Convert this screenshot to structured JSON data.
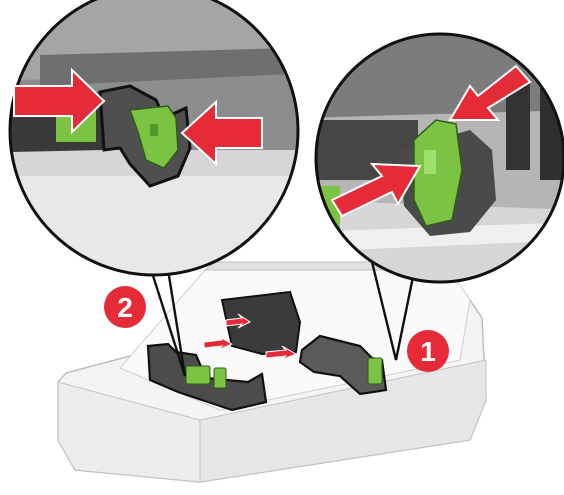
{
  "figure": {
    "subject": "paper-tray",
    "colors": {
      "arrow_red": "#e52b38",
      "guide_green": "#7cc243",
      "guide_green_dark": "#4e9a2a",
      "tray_dark": "#4a4a4a",
      "tray_light": "#eeeeee",
      "outline": "#111111"
    },
    "callouts": [
      {
        "number": "2",
        "target": "width-guide-left",
        "icon": "red-number-badge"
      },
      {
        "number": "1",
        "target": "length-guide-right",
        "icon": "red-number-badge"
      }
    ]
  }
}
